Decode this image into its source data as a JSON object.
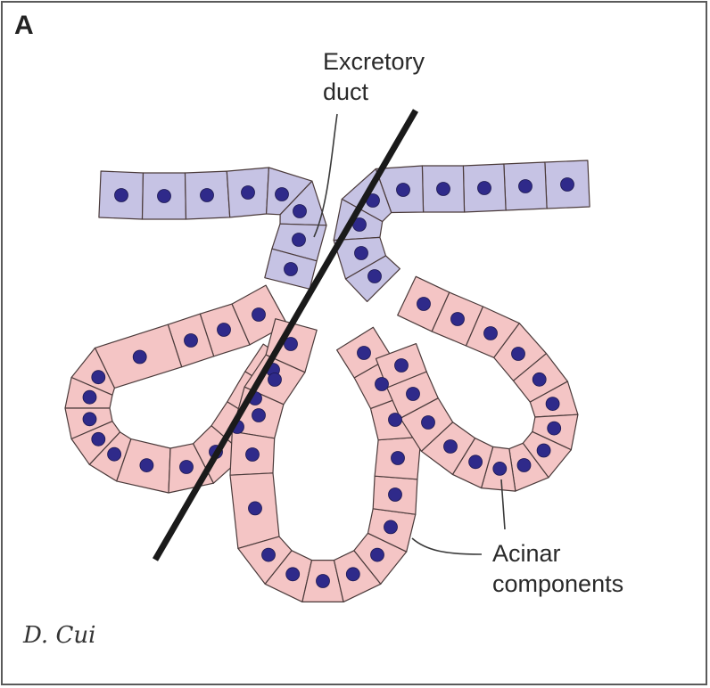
{
  "panel_label": "A",
  "labels": {
    "excretory_duct": [
      "Excretory",
      "duct"
    ],
    "acinar_components": [
      "Acinar",
      "components"
    ]
  },
  "signature": "D. Cui",
  "colors": {
    "duct_cell": "#c6c3e4",
    "acinar_cell": "#f4c5c5",
    "nucleus": "#2f2a8a",
    "cell_border": "#4a3a3a",
    "section_line": "#1a1a1a",
    "frame": "#5a5a5a"
  }
}
